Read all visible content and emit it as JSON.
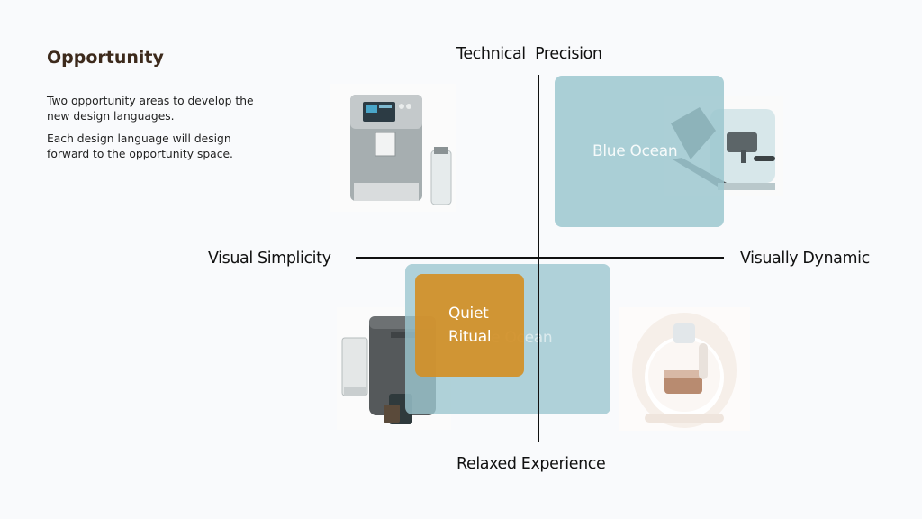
{
  "slide": {
    "title": "Opportunity",
    "description": [
      "Two opportunity areas to develop the new design languages.",
      "Each design language will design forward to the opportunity space."
    ]
  },
  "axes": {
    "top": "Technical  Precision",
    "bottom": "Relaxed Experience",
    "left": "Visual Simplicity",
    "right": "Visually Dynamic"
  },
  "zones": {
    "blue_upper": "Blue Ocean",
    "blue_lower": "Blue Ocean",
    "quiet_ritual_line1": "Quiet",
    "quiet_ritual_line2": "Ritual"
  },
  "colors": {
    "blue_ocean": "#9cc7cf",
    "quiet_ritual": "#d38f26",
    "title": "#3d2a1c"
  },
  "products": [
    {
      "name": "silver-espresso-machine-image"
    },
    {
      "name": "teal-espresso-machine-image"
    },
    {
      "name": "gray-capsule-coffee-machine-image"
    },
    {
      "name": "white-egg-tea-machine-image"
    }
  ]
}
